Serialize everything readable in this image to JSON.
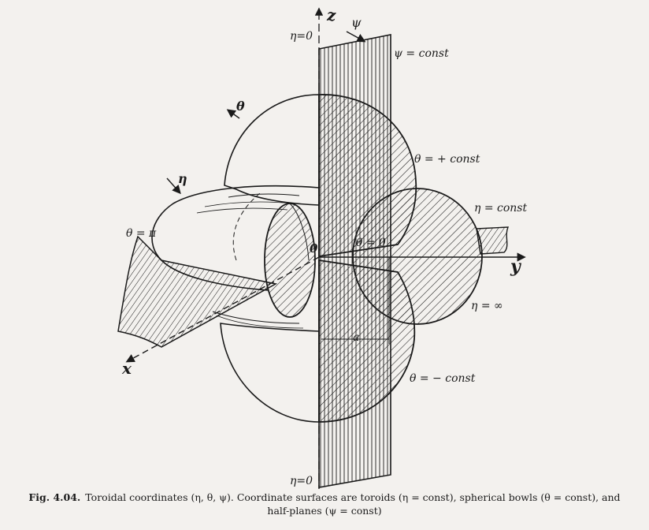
{
  "figure": {
    "labels": {
      "z_axis": "z",
      "y_axis": "y",
      "x_axis": "x",
      "origin": "0",
      "eta_zero_top": "η=0",
      "eta_zero_bottom": "η=0",
      "psi": "ψ",
      "psi_const": "ψ = const",
      "theta": "θ",
      "theta_plus_const": "θ = + const",
      "eta": "η",
      "eta_const": "η = const",
      "theta_pi": "θ = π",
      "theta_zero": "θ = 0",
      "eta_infinity": "η = ∞",
      "a": "a",
      "theta_minus_const": "θ = − const"
    }
  },
  "caption": {
    "number": "Fig. 4.04.",
    "line1": "Toroidal coordinates (η, θ, ψ). Coordinate surfaces are toroids (η = const), spherical bowls (θ = const), and",
    "line2": "half-planes (ψ = const)"
  }
}
